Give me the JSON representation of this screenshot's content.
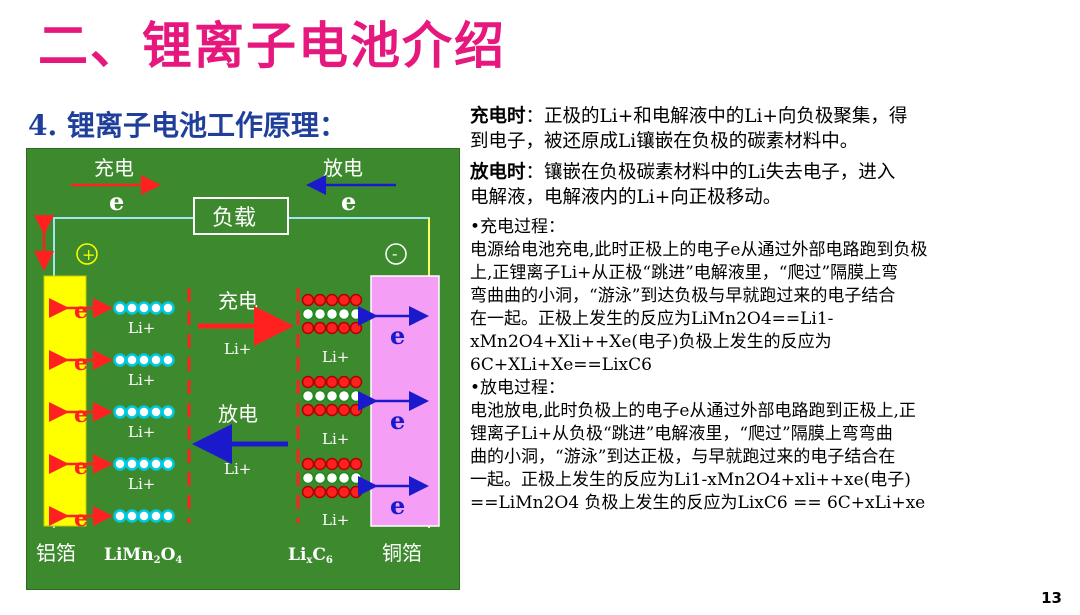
{
  "page_title": "二、锂离子电池介绍",
  "section_heading": "4. 锂离子电池工作原理：",
  "diagram": {
    "charge_top": "充电",
    "discharge_top": "放电",
    "electron": "e",
    "load": "负载",
    "plus": "+",
    "minus": "-",
    "li_ion": "Li+",
    "charge_mid": "充电",
    "discharge_mid": "放电",
    "al_foil": "铝箔",
    "limn2o4": "LiMn",
    "limn2o4_sub1": "2",
    "limn2o4_o": "O",
    "limn2o4_sub2": "4",
    "lixc6": "Li",
    "lixc6_sub1": "x",
    "lixc6_c": "C",
    "lixc6_sub2": "6",
    "cu_foil": "铜箔"
  },
  "text": {
    "charge_label": "充电时",
    "charge_desc_1": "：正极的Li+和电解液中的Li+向负极聚集，得",
    "charge_desc_2": "到电子，被还原成Li镶嵌在负极的碳素材料中。",
    "discharge_label": "放电时",
    "discharge_desc_1": "：镶嵌在负极碳素材料中的Li失去电子，进入",
    "discharge_desc_2": "电解液，电解液内的Li+向正极移动。",
    "charge_process_title": "•充电过程：",
    "charge_process_1": "电源给电池充电,此时正极上的电子e从通过外部电路跑到负极",
    "charge_process_2": "上,正锂离子Li+从正极“跳进”电解液里，“爬过”隔膜上弯",
    "charge_process_3": "弯曲曲的小洞，“游泳”到达负极与早就跑过来的电子结合",
    "charge_process_4": "在一起。正极上发生的反应为LiMn2O4==Li1-",
    "charge_process_5": "xMn2O4+Xli++Xe(电子)负极上发生的反应为",
    "charge_process_6": "6C+XLi+Xe==LixC6",
    "discharge_process_title": "•放电过程：",
    "discharge_process_1": "电池放电,此时负极上的电子e从通过外部电路跑到正极上,正",
    "discharge_process_2": "锂离子Li+从负极“跳进”电解液里，“爬过”隔膜上弯弯曲",
    "discharge_process_3": "曲的小洞，“游泳”到达正极，与早就跑过来的电子结合在",
    "discharge_process_4": "一起。正极上发生的反应为Li1-xMn2O4+xli++xe(电子)",
    "discharge_process_5": "==LiMn2O4  负极上发生的反应为LixC6 == 6C+xLi+xe"
  },
  "page_number": "13",
  "colors": {
    "title": "#e6187e",
    "heading": "#1f3f9a",
    "panel_green": "#3d8a2e",
    "anode_yellow": "#ffff00",
    "cathode_pink": "#f59ef5",
    "red": "#ff2020",
    "blue": "#1a1acc"
  }
}
